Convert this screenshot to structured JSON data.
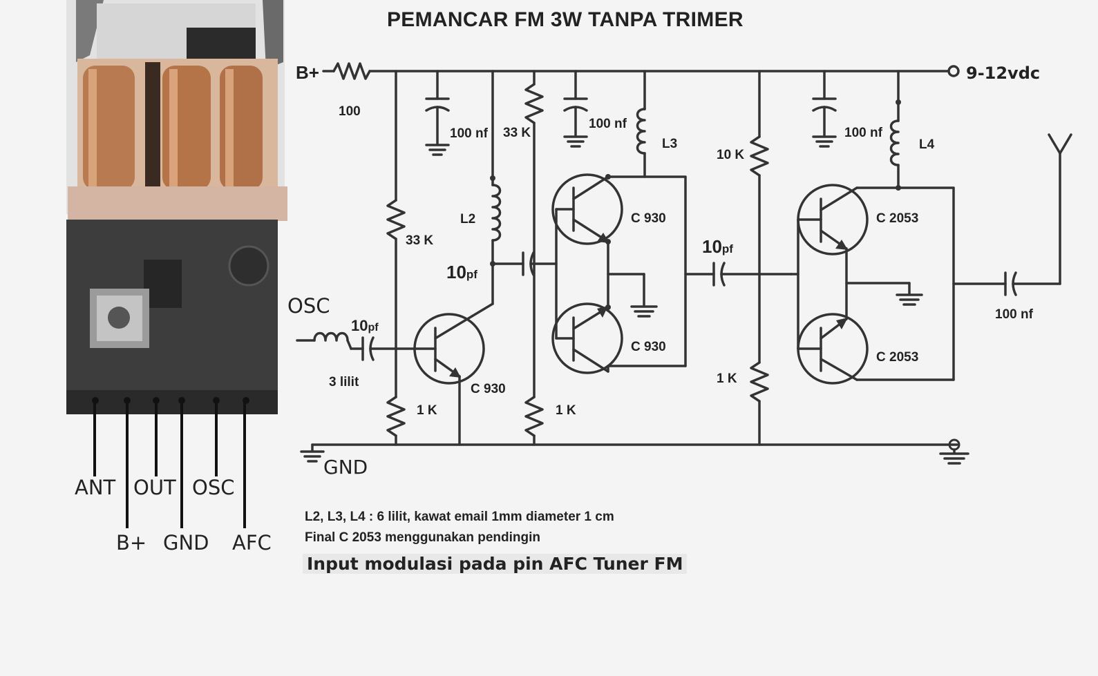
{
  "title": "PEMANCAR FM 3W TANPA TRIMER",
  "power": {
    "input_label": "B+",
    "output_label": "9-12vdc",
    "ground_label": "GND"
  },
  "resistors": {
    "r_b": "100",
    "r_33k_a": "33 K",
    "r_33k_b": "33 K",
    "r_1k_a": "1 K",
    "r_1k_b": "1 K",
    "r_10k": "10 K",
    "r_1k_c": "1 K"
  },
  "capacitors": {
    "c_100nf_a": "100 nf",
    "c_100nf_b": "100 nf",
    "c_100nf_c": "100 nf",
    "c_100nf_out": "100 nf",
    "c_10pf_osc": "10",
    "c_10pf_l2": "10",
    "c_10pf_mid": "10",
    "pf_unit": "pf"
  },
  "inductors": {
    "l2": "L2",
    "l3": "L3",
    "l4": "L4",
    "osc_coil": "3 lilit"
  },
  "osc_label": "OSC",
  "transistors": {
    "q1": "C 930",
    "q2": "C 930",
    "q3": "C 930",
    "q4": "C 2053",
    "q5": "C 2053"
  },
  "module_pins": {
    "top_row": [
      "ANT",
      "OUT",
      "OSC"
    ],
    "bottom_row": [
      "B+",
      "GND",
      "AFC"
    ]
  },
  "notes": {
    "line1": "L2,  L3,  L4 : 6 lilit, kawat email 1mm diameter 1 cm",
    "line2": "Final C 2053 menggunakan pendingin",
    "line3": "Input modulasi pada pin AFC Tuner FM"
  }
}
